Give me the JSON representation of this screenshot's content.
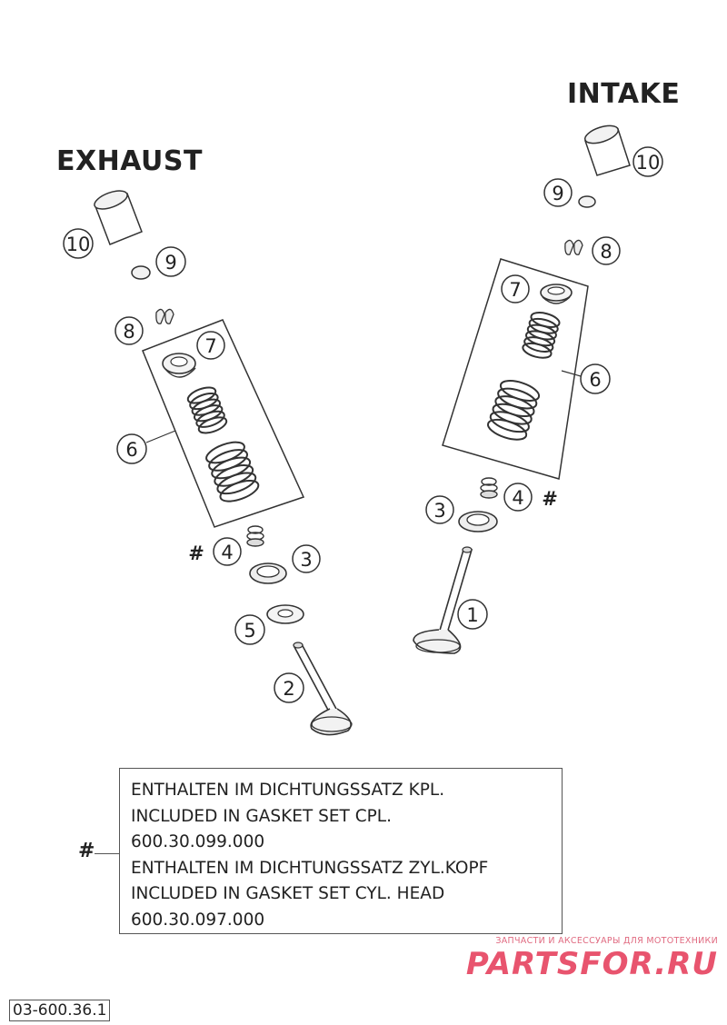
{
  "headings": {
    "exhaust": "EXHAUST",
    "intake": "INTAKE"
  },
  "callouts": {
    "exhaust": {
      "n10": "10",
      "n9": "9",
      "n8": "8",
      "n7": "7",
      "n6": "6",
      "n4": "4",
      "n3": "3",
      "n5": "5",
      "n2": "2",
      "hash": "#"
    },
    "intake": {
      "n10": "10",
      "n9": "9",
      "n8": "8",
      "n7": "7",
      "n6": "6",
      "n4": "4",
      "n3": "3",
      "n1": "1",
      "hash": "#"
    }
  },
  "note": {
    "marker": "#",
    "lines": [
      "ENTHALTEN IM DICHTUNGSSATZ KPL.",
      "INCLUDED IN GASKET SET CPL.",
      "600.30.099.000",
      "ENTHALTEN IM DICHTUNGSSATZ ZYL.KOPF",
      "INCLUDED IN GASKET SET CYL. HEAD",
      "600.30.097.000"
    ]
  },
  "watermark": {
    "small": "ЗАПЧАСТИ И АКСЕССУАРЫ ДЛЯ МОТОТЕХНИКИ",
    "big": "PARTSFOR.RU"
  },
  "reference_code": "03-600.36.1"
}
